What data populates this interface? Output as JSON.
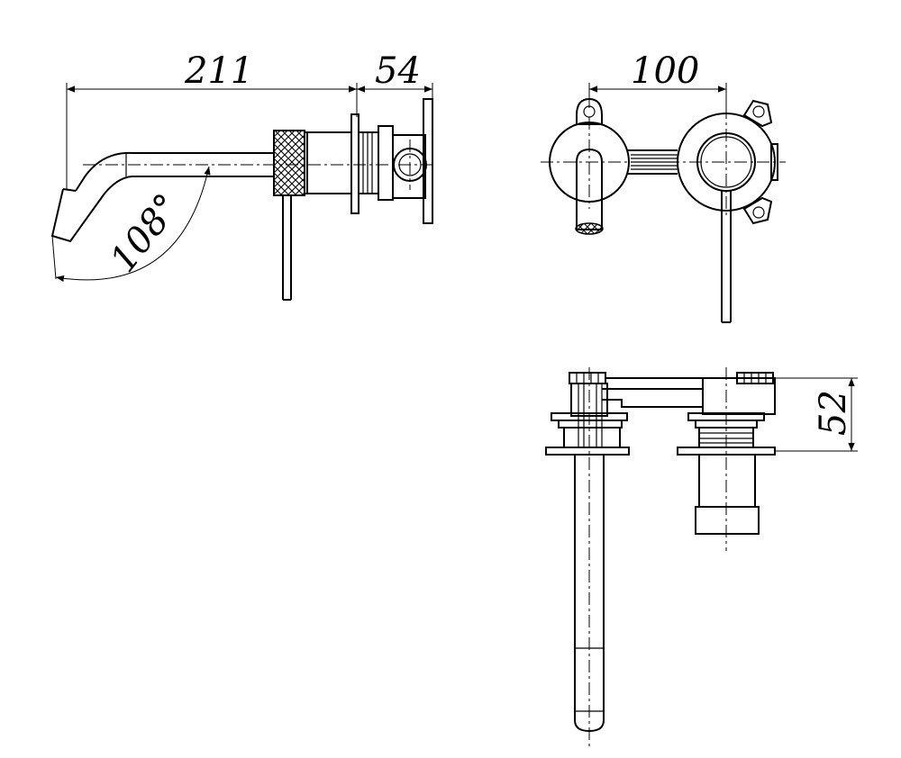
{
  "dimensions": {
    "spout_length": "211",
    "body_depth": "54",
    "centre_distance": "100",
    "spout_angle": "108°",
    "plate_projection": "52"
  },
  "colors": {
    "line": "#000000",
    "background": "#ffffff"
  }
}
